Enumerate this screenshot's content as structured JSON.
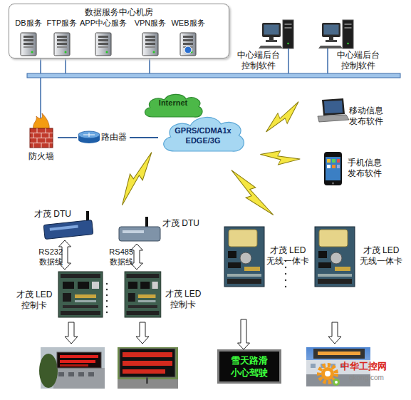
{
  "diagram": {
    "nodes": [
      {
        "text": [
          "数据服务中心机房"
        ]
      },
      {
        "text": [
          "DB服务"
        ],
        "in": 0
      },
      {
        "text": [
          "FTP服务"
        ],
        "in": 0
      },
      {
        "text": [
          "APP中心服务"
        ],
        "in": 0
      },
      {
        "text": [
          "VPN服务"
        ],
        "in": 0
      },
      {
        "text": [
          "WEB服务"
        ],
        "in": 0
      },
      {
        "text": [
          "中心端后台 控制软件"
        ]
      },
      {
        "text": [
          "中心端后台 控制软件"
        ]
      },
      {
        "text": [
          "Internet"
        ]
      },
      {
        "text": [
          "防火墙"
        ]
      },
      {
        "text": [
          "路由器"
        ]
      },
      {
        "text": [
          "GPRS/CDMA1x EDGE/3G"
        ]
      },
      {
        "text": [
          "移动信息 发布软件"
        ]
      },
      {
        "text": [
          "手机信息 发布软件"
        ]
      },
      {
        "text": [
          "才茂 DTU"
        ]
      },
      {
        "text": [
          "才茂 DTU"
        ]
      },
      {
        "text": [
          "才茂 LED 控制卡"
        ]
      },
      {
        "text": [
          "才茂 LED 控制卡"
        ]
      },
      {
        "text": [
          "才茂 LED 无线一体卡"
        ]
      },
      {
        "text": [
          "才茂 LED 无线一体卡"
        ]
      },
      {
        "text": [
          "雪天路滑 小心驾驶"
        ]
      }
    ],
    "edges": [
      {
        "from": 9,
        "to": 10,
        "arrow": "none"
      },
      {
        "from": 10,
        "to": 11,
        "arrow": "none"
      },
      {
        "from": 14,
        "to": 16,
        "label": "RS232 数据线",
        "arrow": "both"
      },
      {
        "from": 15,
        "to": 17,
        "label": "RS485 数据线",
        "arrow": "both"
      },
      {
        "from": 18,
        "to": 20,
        "arrow": "to"
      }
    ],
    "labels": [
      "中华工控网",
      "gkong.com"
    ]
  }
}
